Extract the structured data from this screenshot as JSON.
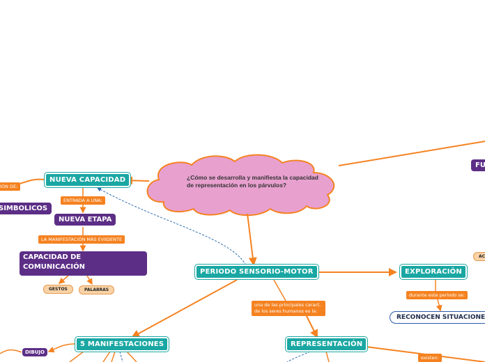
{
  "central": {
    "question": "¿Cómo se desarrolla y manifiesta la capacidad de representación en los párvulos?"
  },
  "nodes": {
    "nueva_capacidad": "NUEVA CAPACIDAD",
    "nueva_etapa": "NUEVA ETAPA",
    "capacidad_comunicacion": "CAPACIDAD DE COMUNICACIÓN",
    "simbolicos": "SIMBOLICOS",
    "periodo_sensorio_motor": "PERIODO SENSORIO-MOTOR",
    "exploracion": "EXPLORACIÓN",
    "reconocen_situaciones": "RECONOCEN SITUACIONE",
    "cinco_manifestaciones": "5 MANIFESTACIONES",
    "representacion": "REPRESENTACIÓN",
    "dibujo": "DIBUJO",
    "fu": "FU",
    "ac": "AC"
  },
  "labels": {
    "ion_de": "IÓN DE:",
    "entrada_a_una": "ENTRADA A UNA:",
    "la_manifestacion": "LA MANIFESTACIÓN MÁS EVIIDENTE",
    "una_de_las": "una de las principales caract. de los seres humanos es la:",
    "durante_este_periodo": "durante este período se:",
    "existen": "existen:"
  },
  "pills": {
    "gestos": "GESTOS",
    "palabras": "PALABRAS"
  },
  "colors": {
    "teal": "#1aa7a3",
    "purple": "#5c2e86",
    "orange": "#f58220",
    "cloud_fill": "#e8a0cf",
    "dashed_link": "#2b6cb0"
  }
}
